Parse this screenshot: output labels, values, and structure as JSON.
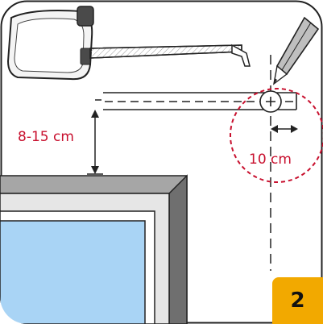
{
  "measurements": {
    "height_label": "8-15 cm",
    "offset_label": "10 cm"
  },
  "step": {
    "number": "2"
  },
  "colors": {
    "accent_red": "#c8102e",
    "badge_yellow": "#f2a900",
    "line_dark": "#222222",
    "window_frame_gray": "#8a8a8a",
    "glass_blue": "#a9d4f5"
  },
  "icons": [
    "tape-measure-icon",
    "pencil-icon",
    "window-illustration"
  ]
}
